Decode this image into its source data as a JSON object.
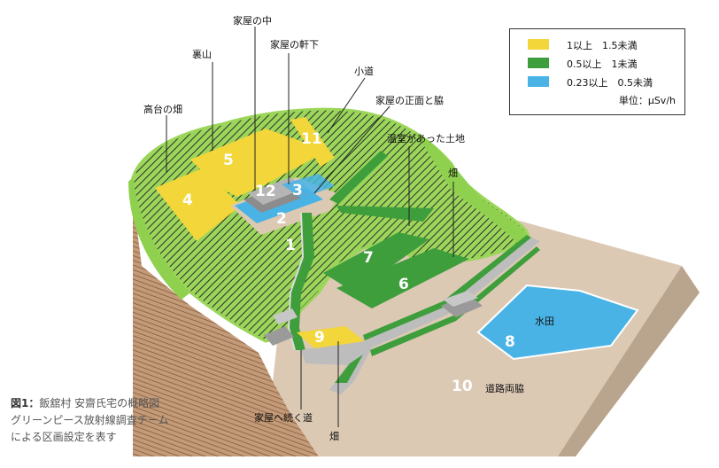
{
  "legend": {
    "items": [
      {
        "label": "1以上　1.5未満",
        "color": "#f2d63a"
      },
      {
        "label": "0.5以上　1未満",
        "color": "#3f9e3c"
      },
      {
        "label": "0.23以上　0.5未満",
        "color": "#49b3e6"
      }
    ],
    "unit": "単位：μSv/h"
  },
  "labels": {
    "house_inside": "家屋の中",
    "back_hill": "裏山",
    "house_eaves": "家屋の軒下",
    "upland_field": "高台の畑",
    "path": "小道",
    "house_front": "家屋の正面と脇",
    "greenhouse_site": "温室があった土地",
    "field_right": "畑",
    "paddy": "水田",
    "roadside": "道路両脇",
    "road_to_house": "家屋へ続く道",
    "field_bottom": "畑"
  },
  "zones": [
    "1",
    "2",
    "3",
    "4",
    "5",
    "6",
    "7",
    "8",
    "9",
    "10",
    "11",
    "12"
  ],
  "caption": {
    "figure_label": "図1：",
    "line1": "飯舘村 安齋氏宅の概略図",
    "line2": "グリーンピース放射線調査チーム",
    "line3": "による区画設定を表す"
  },
  "colors": {
    "yellow": "#f2d63a",
    "green": "#3f9e3c",
    "blue": "#49b3e6",
    "light_green": "#8fd14f",
    "ground": "#dcc9b4",
    "slope": "#b58a66"
  }
}
